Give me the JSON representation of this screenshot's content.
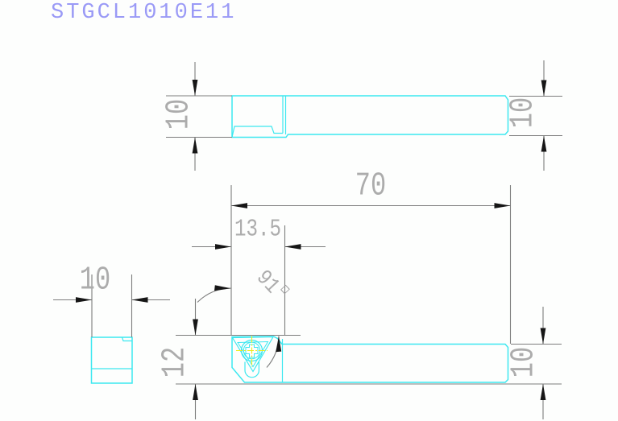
{
  "title": "STGCL1010E11",
  "dimensions": {
    "side_view_height_left": "10",
    "side_view_height_right": "10",
    "overall_length": "70",
    "head_length": "13.5",
    "head_width": "12",
    "shank_width": "10",
    "end_view_width": "10",
    "approach_angle": {
      "value": "91",
      "symbol": "°",
      "label": "91°"
    }
  },
  "colors": {
    "geometry": "#3de8f0",
    "centerline": "#eded1f",
    "dimension_line": "#7d7d7d",
    "dimension_text": "#acacac",
    "arrow": "#161616",
    "title_text": "#9a9af6",
    "background": "#fdfefd"
  }
}
